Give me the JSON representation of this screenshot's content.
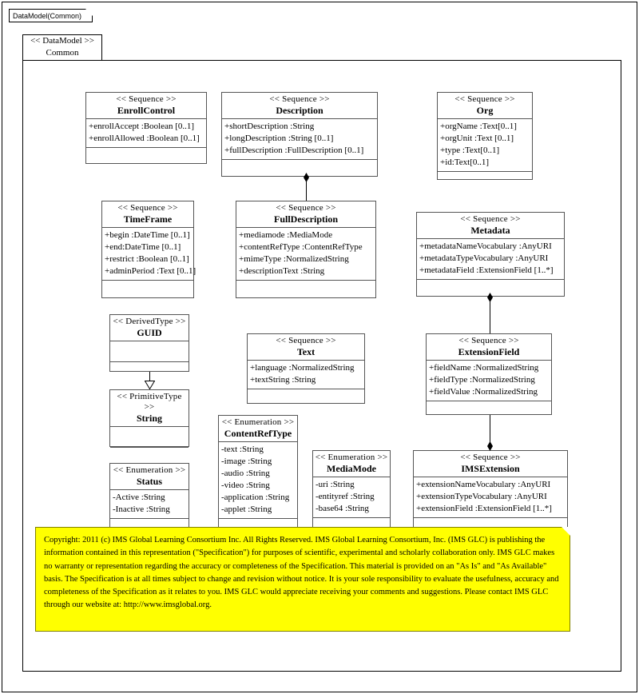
{
  "frame": {
    "tab_label": "DataModel(Common)"
  },
  "package": {
    "stereotype": "<< DataModel >>",
    "name": "Common"
  },
  "classes": [
    {
      "id": "enrollcontrol",
      "stereotype": "<< Sequence >>",
      "name": "EnrollControl",
      "attributes": [
        "+enrollAccept :Boolean [0..1]",
        "+enrollAllowed  :Boolean [0..1]"
      ]
    },
    {
      "id": "description",
      "stereotype": "<< Sequence >>",
      "name": "Description",
      "attributes": [
        "+shortDescription  :String",
        "+longDescription  :String [0..1]",
        "+fullDescription  :FullDescription  [0..1]"
      ]
    },
    {
      "id": "org",
      "stereotype": "<< Sequence >>",
      "name": "Org",
      "attributes": [
        "+orgName :Text[0..1]",
        "+orgUnit :Text [0..1]",
        "+type :Text[0..1]",
        "+id:Text[0..1]"
      ]
    },
    {
      "id": "timeframe",
      "stereotype": "<< Sequence >>",
      "name": "TimeFrame",
      "attributes": [
        "+begin :DateTime [0..1]",
        "+end:DateTime [0..1]",
        "+restrict :Boolean [0..1]",
        "+adminPeriod :Text [0..1]"
      ]
    },
    {
      "id": "fulldescription",
      "stereotype": "<< Sequence >>",
      "name": "FullDescription",
      "attributes": [
        "+mediamode :MediaMode",
        "+contentRefType  :ContentRefType",
        "+mimeType  :NormalizedString",
        "+descriptionText  :String"
      ]
    },
    {
      "id": "metadata",
      "stereotype": "<< Sequence >>",
      "name": "Metadata",
      "attributes": [
        "+metadataNameVocabulary  :AnyURI",
        "+metadataTypeVocabulary  :AnyURI",
        "+metadataField :ExtensionField  [1..*]"
      ]
    },
    {
      "id": "guid",
      "stereotype": "<< DerivedType >>",
      "name": "GUID",
      "attributes": []
    },
    {
      "id": "text",
      "stereotype": "<< Sequence >>",
      "name": "Text",
      "attributes": [
        "+language :NormalizedString",
        "+textString :String"
      ]
    },
    {
      "id": "extensionfield",
      "stereotype": "<< Sequence >>",
      "name": "ExtensionField",
      "attributes": [
        "+fieldName  :NormalizedString",
        "+fieldType  :NormalizedString",
        "+fieldValue  :NormalizedString"
      ]
    },
    {
      "id": "string",
      "stereotype": "<< PrimitiveType  >>",
      "name": "String",
      "attributes": []
    },
    {
      "id": "contentreftype",
      "stereotype": "<< Enumeration  >>",
      "name": "ContentRefType",
      "attributes": [
        "-text :String",
        "-image :String",
        "-audio :String",
        "-video :String",
        "-application  :String",
        "-applet :String"
      ]
    },
    {
      "id": "mediamode",
      "stereotype": "<< Enumeration  >>",
      "name": "MediaMode",
      "attributes": [
        "-uri :String",
        "-entityref  :String",
        "-base64 :String"
      ]
    },
    {
      "id": "status",
      "stereotype": "<< Enumeration  >>",
      "name": "Status",
      "attributes": [
        "-Active :String",
        "-Inactive  :String"
      ]
    },
    {
      "id": "imsextension",
      "stereotype": "<< Sequence >>",
      "name": "IMSExtension",
      "attributes": [
        "+extensionNameVocabulary  :AnyURI",
        "+extensionTypeVocabulary  :AnyURI",
        "+extensionField :ExtensionField  [1..*]"
      ]
    }
  ],
  "relationships": [
    {
      "id": "desc-fulldesc",
      "type": "composition",
      "source": "description",
      "target": "fulldescription"
    },
    {
      "id": "metadata-extfield",
      "type": "composition",
      "source": "metadata",
      "target": "extensionfield"
    },
    {
      "id": "extfield-imsext",
      "type": "composition",
      "source": "extensionfield",
      "target": "imsextension"
    },
    {
      "id": "guid-string",
      "type": "generalization",
      "source": "guid",
      "target": "string"
    }
  ],
  "note": {
    "text": "Copyright: 2011 (c) IMS Global Learning Consortium Inc.  All Rights Reserved.  IMS Global Learning Consortium, Inc. (IMS GLC) is publishing the information contained in this representation (\"Specification\") for purposes of scientific, experimental and scholarly collaboration only.  IMS GLC makes no warranty or representation regarding  the accuracy or completeness of the Specification.  This material is provided on an \"As Is\" and \"As Available\" basis.  The Specification is at all times subject to change and revision without notice.  It is your sole responsibility to evaluate the usefulness, accuracy and completeness of the Specification as it relates to you.  IMS GLC would appreciate receiving your comments and suggestions.  Please contact IMS GLC through our website at: http://www.imsglobal.org.",
    "background_color": "#ffff00"
  }
}
